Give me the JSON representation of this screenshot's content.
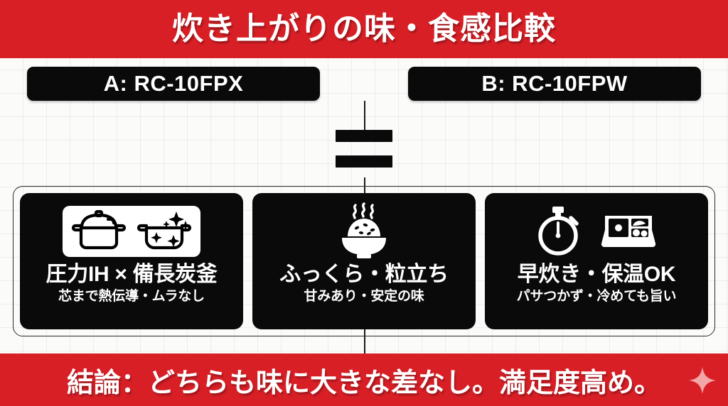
{
  "header": {
    "title": "炊き上がりの味・食感比較",
    "banner_color": "#d81f26",
    "text_color": "#ffffff"
  },
  "comparison": {
    "model_a": {
      "label": "A: RC-10FPX"
    },
    "model_b": {
      "label": "B: RC-10FPW"
    },
    "relation_symbol": "=",
    "relation_meaning": "equal"
  },
  "cards": [
    {
      "title": "圧力IH × 備長炭釜",
      "subtitle": "芯まで熱伝導・ムラなし",
      "icons": [
        "pot-with-lid-icon",
        "sparkling-pot-icon"
      ],
      "icon_style": "white-panel"
    },
    {
      "title": "ふっくら・粒立ち",
      "subtitle": "甘みあり・安定の味",
      "icons": [
        "steaming-rice-bowl-icon"
      ],
      "icon_style": "white-on-black"
    },
    {
      "title": "早炊き・保温OK",
      "subtitle": "パサつかず・冷めても旨い",
      "icons": [
        "stopwatch-icon",
        "bento-box-icon"
      ],
      "icon_style": "white-on-black"
    }
  ],
  "conclusion": {
    "text": "結論：どちらも味に大きな差なし。満足度高め。",
    "banner_color": "#d81f26",
    "sparkle_color": "#f0a0a0",
    "sparkle_icon": "sparkle-diamond-icon"
  }
}
